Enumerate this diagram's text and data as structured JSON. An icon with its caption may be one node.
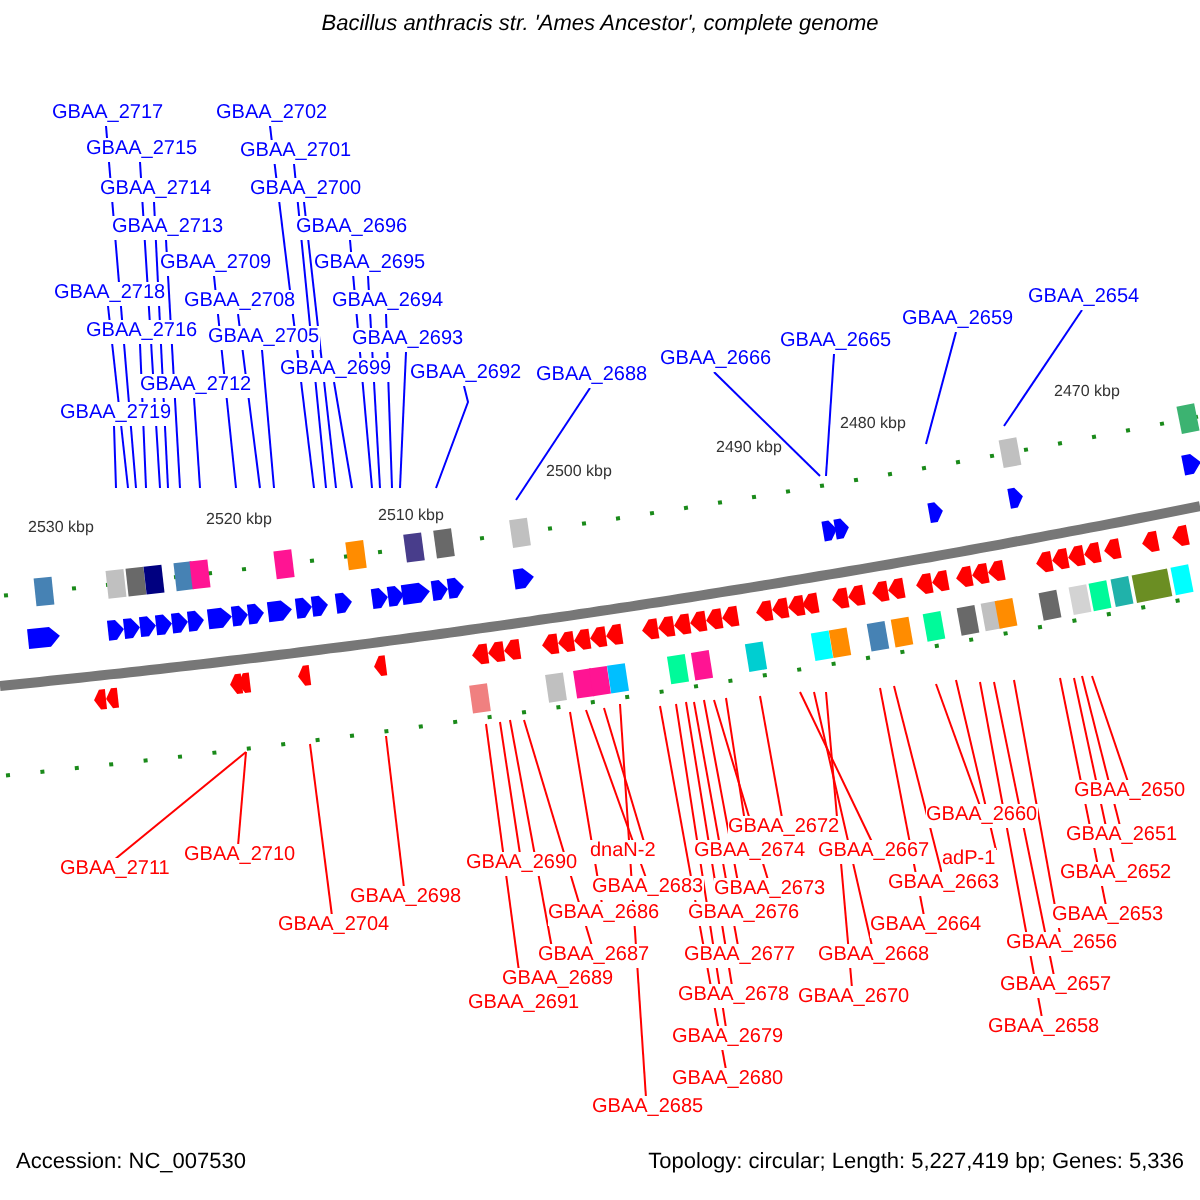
{
  "diagram": {
    "title": "Bacillus anthracis str. 'Ames Ancestor', complete genome",
    "nodes": [
      {
        "text": [
          "GBAA_2717"
        ]
      },
      {
        "text": [
          "GBAA_2702"
        ]
      },
      {
        "text": [
          "GBAA_2715"
        ]
      },
      {
        "text": [
          "GBAA_2701"
        ]
      },
      {
        "text": [
          "GBAA_2714"
        ]
      },
      {
        "text": [
          "GBAA_2700"
        ]
      },
      {
        "text": [
          "GBAA_2713"
        ]
      },
      {
        "text": [
          "GBAA_2696"
        ]
      },
      {
        "text": [
          "GBAA_2709"
        ]
      },
      {
        "text": [
          "GBAA_2695"
        ]
      },
      {
        "text": [
          "GBAA_2718"
        ]
      },
      {
        "text": [
          "GBAA_2708"
        ]
      },
      {
        "text": [
          "GBAA_2694"
        ]
      },
      {
        "text": [
          "GBAA_2716"
        ]
      },
      {
        "text": [
          "GBAA_2705"
        ]
      },
      {
        "text": [
          "GBAA_2693"
        ]
      },
      {
        "text": [
          "GBAA_2699"
        ]
      },
      {
        "text": [
          "GBAA_2692"
        ]
      },
      {
        "text": [
          "GBAA_2712"
        ]
      },
      {
        "text": [
          "GBAA_2688"
        ]
      },
      {
        "text": [
          "GBAA_2666"
        ]
      },
      {
        "text": [
          "GBAA_2665"
        ]
      },
      {
        "text": [
          "GBAA_2659"
        ]
      },
      {
        "text": [
          "GBAA_2654"
        ]
      },
      {
        "text": [
          "GBAA_2719"
        ]
      },
      {
        "text": [
          "GBAA_2711"
        ]
      },
      {
        "text": [
          "GBAA_2710"
        ]
      },
      {
        "text": [
          "GBAA_2704"
        ]
      },
      {
        "text": [
          "GBAA_2698"
        ]
      },
      {
        "text": [
          "GBAA_2690"
        ]
      },
      {
        "text": [
          "dnaN-2"
        ]
      },
      {
        "text": [
          "GBAA_2683"
        ]
      },
      {
        "text": [
          "GBAA_2686"
        ]
      },
      {
        "text": [
          "GBAA_2687"
        ]
      },
      {
        "text": [
          "GBAA_2689"
        ]
      },
      {
        "text": [
          "GBAA_2691"
        ]
      },
      {
        "text": [
          "GBAA_2685"
        ]
      },
      {
        "text": [
          "GBAA_2672"
        ]
      },
      {
        "text": [
          "GBAA_2674"
        ]
      },
      {
        "text": [
          "GBAA_2673"
        ]
      },
      {
        "text": [
          "GBAA_2676"
        ]
      },
      {
        "text": [
          "GBAA_2677"
        ]
      },
      {
        "text": [
          "GBAA_2678"
        ]
      },
      {
        "text": [
          "GBAA_2679"
        ]
      },
      {
        "text": [
          "GBAA_2680"
        ]
      },
      {
        "text": [
          "GBAA_2667"
        ]
      },
      {
        "text": [
          "adP-1"
        ]
      },
      {
        "text": [
          "GBAA_2663"
        ]
      },
      {
        "text": [
          "GBAA_2664"
        ]
      },
      {
        "text": [
          "GBAA_2668"
        ]
      },
      {
        "text": [
          "GBAA_2670"
        ]
      },
      {
        "text": [
          "GBAA_2660"
        ]
      },
      {
        "text": [
          "GBAA_2650"
        ]
      },
      {
        "text": [
          "GBAA_2651"
        ]
      },
      {
        "text": [
          "GBAA_2652"
        ]
      },
      {
        "text": [
          "GBAA_2653"
        ]
      },
      {
        "text": [
          "GBAA_2656"
        ]
      },
      {
        "text": [
          "GBAA_2657"
        ]
      },
      {
        "text": [
          "GBAA_2658"
        ]
      }
    ],
    "edges": [
      {
        "from": 0,
        "to": null,
        "arrow": "none",
        "color": "#0000ff"
      },
      {
        "from": 1,
        "to": null,
        "arrow": "none",
        "color": "#0000ff"
      },
      {
        "from": 2,
        "to": null,
        "arrow": "none",
        "color": "#0000ff"
      },
      {
        "from": 3,
        "to": null,
        "arrow": "none",
        "color": "#0000ff"
      },
      {
        "from": 4,
        "to": null,
        "arrow": "none",
        "color": "#0000ff"
      },
      {
        "from": 5,
        "to": null,
        "arrow": "none",
        "color": "#0000ff"
      },
      {
        "from": 6,
        "to": null,
        "arrow": "none",
        "color": "#0000ff"
      },
      {
        "from": 7,
        "to": null,
        "arrow": "none",
        "color": "#0000ff"
      },
      {
        "from": 8,
        "to": null,
        "arrow": "none",
        "color": "#0000ff"
      },
      {
        "from": 9,
        "to": null,
        "arrow": "none",
        "color": "#0000ff"
      },
      {
        "from": 10,
        "to": null,
        "arrow": "none",
        "color": "#0000ff"
      },
      {
        "from": 11,
        "to": null,
        "arrow": "none",
        "color": "#0000ff"
      },
      {
        "from": 12,
        "to": null,
        "arrow": "none",
        "color": "#0000ff"
      },
      {
        "from": 13,
        "to": null,
        "arrow": "none",
        "color": "#0000ff"
      },
      {
        "from": 14,
        "to": null,
        "arrow": "none",
        "color": "#0000ff"
      },
      {
        "from": 15,
        "to": null,
        "arrow": "none",
        "color": "#0000ff"
      },
      {
        "from": 16,
        "to": null,
        "arrow": "none",
        "color": "#0000ff"
      },
      {
        "from": 17,
        "to": null,
        "arrow": "none",
        "color": "#0000ff"
      },
      {
        "from": 18,
        "to": null,
        "arrow": "none",
        "color": "#0000ff"
      },
      {
        "from": 19,
        "to": null,
        "arrow": "none",
        "color": "#0000ff"
      },
      {
        "from": 20,
        "to": null,
        "arrow": "none",
        "color": "#0000ff"
      },
      {
        "from": 21,
        "to": null,
        "arrow": "none",
        "color": "#0000ff"
      },
      {
        "from": 22,
        "to": null,
        "arrow": "none",
        "color": "#0000ff"
      },
      {
        "from": 23,
        "to": null,
        "arrow": "none",
        "color": "#0000ff"
      },
      {
        "from": 24,
        "to": null,
        "arrow": "none",
        "color": "#0000ff"
      },
      {
        "from": 25,
        "to": null,
        "arrow": "none"
      },
      {
        "from": 26,
        "to": null,
        "arrow": "none"
      },
      {
        "from": 27,
        "to": null,
        "arrow": "none"
      },
      {
        "from": 28,
        "to": null,
        "arrow": "none"
      },
      {
        "from": 29,
        "to": null,
        "arrow": "none"
      },
      {
        "from": 30,
        "to": null,
        "arrow": "none"
      },
      {
        "from": 31,
        "to": null,
        "arrow": "none"
      },
      {
        "from": 32,
        "to": null,
        "arrow": "none"
      },
      {
        "from": 33,
        "to": null,
        "arrow": "none"
      },
      {
        "from": 34,
        "to": null,
        "arrow": "none"
      },
      {
        "from": 35,
        "to": null,
        "arrow": "none"
      },
      {
        "from": 36,
        "to": null,
        "arrow": "none"
      },
      {
        "from": 37,
        "to": null,
        "arrow": "none"
      },
      {
        "from": 38,
        "to": null,
        "arrow": "none"
      },
      {
        "from": 39,
        "to": null,
        "arrow": "none"
      },
      {
        "from": 40,
        "to": null,
        "arrow": "none"
      },
      {
        "from": 41,
        "to": null,
        "arrow": "none"
      },
      {
        "from": 42,
        "to": null,
        "arrow": "none"
      },
      {
        "from": 43,
        "to": null,
        "arrow": "none"
      },
      {
        "from": 44,
        "to": null,
        "arrow": "none"
      },
      {
        "from": 45,
        "to": null,
        "arrow": "none"
      },
      {
        "from": 46,
        "to": null,
        "arrow": "none"
      },
      {
        "from": 47,
        "to": null,
        "arrow": "none"
      },
      {
        "from": 48,
        "to": null,
        "arrow": "none"
      },
      {
        "from": 49,
        "to": null,
        "arrow": "none"
      },
      {
        "from": 50,
        "to": null,
        "arrow": "none"
      },
      {
        "from": 51,
        "to": null,
        "arrow": "none"
      },
      {
        "from": 52,
        "to": null,
        "arrow": "none"
      },
      {
        "from": 53,
        "to": null,
        "arrow": "none"
      },
      {
        "from": 54,
        "to": null,
        "arrow": "none"
      },
      {
        "from": 55,
        "to": null,
        "arrow": "none"
      },
      {
        "from": 56,
        "to": null,
        "arrow": "none"
      },
      {
        "from": 57,
        "to": null,
        "arrow": "none"
      },
      {
        "from": 58,
        "to": null,
        "arrow": "none"
      }
    ],
    "labels": [
      "2530 kbp",
      "2520 kbp",
      "2510 kbp",
      "2500 kbp",
      "2490 kbp",
      "2480 kbp",
      "2470 kbp",
      "Accession: NC_007530",
      "Topology: circular; Length: 5,227,419 bp; Genes: 5,336"
    ]
  }
}
